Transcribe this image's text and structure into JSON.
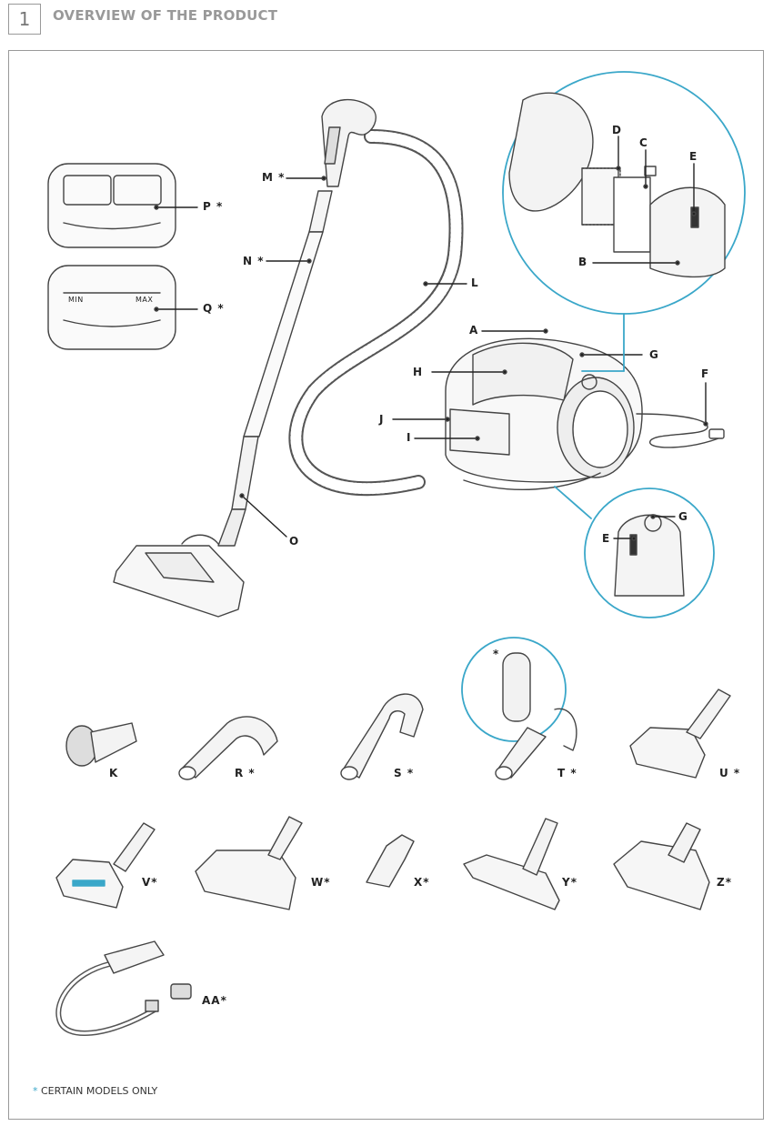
{
  "header": {
    "number": "1",
    "title": "OVERVIEW OF THE PRODUCT"
  },
  "labels": {
    "P": "P *",
    "Q": "Q *",
    "M": "M *",
    "N": "N *",
    "L": "L",
    "O": "O",
    "A": "A",
    "H": "H",
    "J": "J",
    "I": "I",
    "G": "G",
    "F": "F",
    "D": "D",
    "C": "C",
    "E": "E",
    "B": "B",
    "E2": "E",
    "G2": "G",
    "star": "*",
    "K": "K",
    "R": "R *",
    "S": "S *",
    "T": "T *",
    "U": "U *",
    "V": "V*",
    "W": "W*",
    "X": "X*",
    "Y": "Y*",
    "Z": "Z*",
    "AA": "AA*"
  },
  "indicator": {
    "min": "MIN",
    "max": "MAX"
  },
  "footnote": {
    "star": "*",
    "text": " CERTAIN MODELS ONLY"
  },
  "colors": {
    "accent": "#3aa7c9",
    "line": "#444444",
    "frame": "#999999"
  }
}
